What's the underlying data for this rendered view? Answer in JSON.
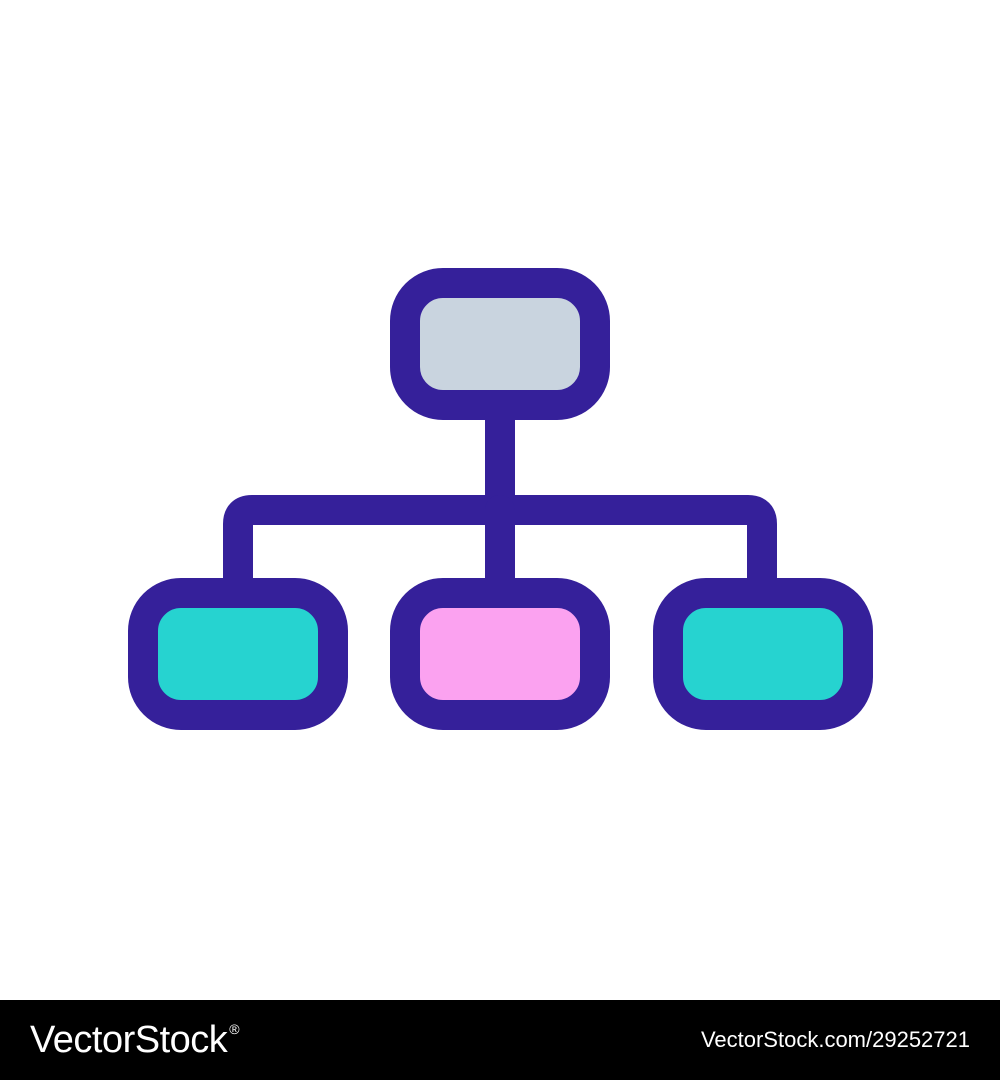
{
  "diagram": {
    "nodes": [
      {
        "id": "root",
        "role": "parent",
        "color": "#c9d4df"
      },
      {
        "id": "child-left",
        "role": "child",
        "color": "#26d3d0"
      },
      {
        "id": "child-center",
        "role": "child",
        "color": "#fba2f0"
      },
      {
        "id": "child-right",
        "role": "child",
        "color": "#26d3d0"
      }
    ],
    "edges": [
      {
        "from": "root",
        "to": "child-left"
      },
      {
        "from": "root",
        "to": "child-center"
      },
      {
        "from": "root",
        "to": "child-right"
      }
    ],
    "outline_color": "#35209a"
  },
  "footer": {
    "brand": "VectorStock",
    "brand_mark": "®",
    "image_id": "VectorStock.com/29252721",
    "background": "#000000",
    "text_color": "#ffffff"
  }
}
